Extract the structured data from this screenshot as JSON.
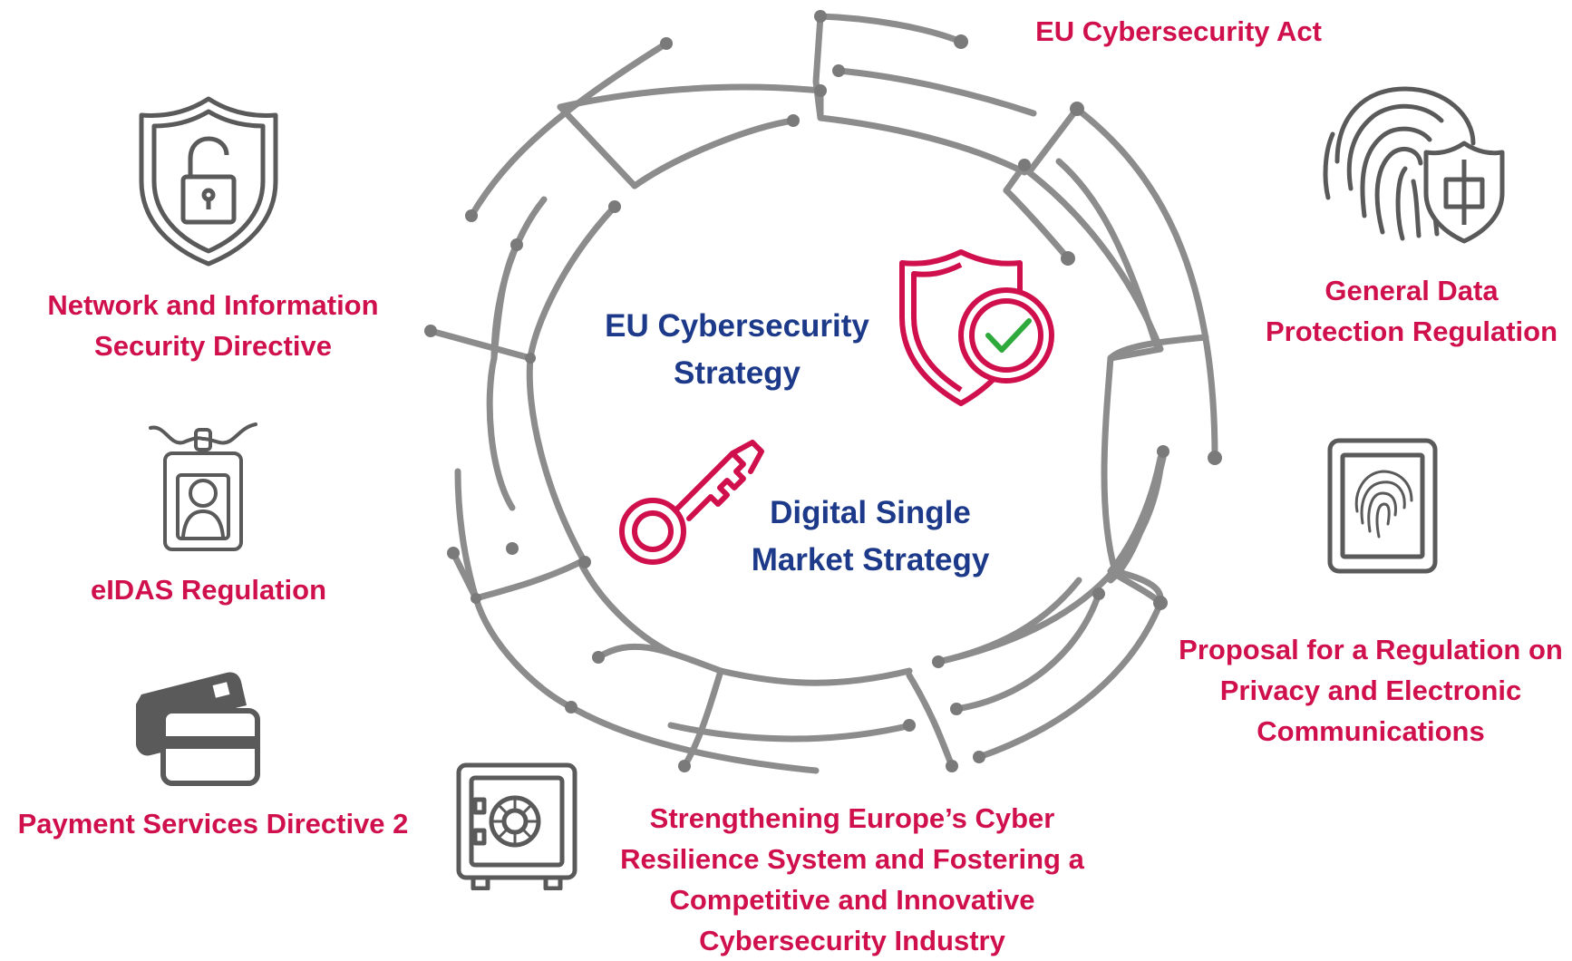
{
  "center": {
    "strategy_line1": "EU Cybersecurity",
    "strategy_line2": "Strategy",
    "market_line1": "Digital Single",
    "market_line2": "Market Strategy"
  },
  "labels": {
    "cyber_act": "EU Cybersecurity Act",
    "gdpr_line1": "General Data",
    "gdpr_line2": "Protection Regulation",
    "nis_line1": "Network and Information",
    "nis_line2": "Security Directive",
    "eidas": "eIDAS Regulation",
    "psd2": "Payment Services Directive 2",
    "eprivacy_line1": "Proposal for a Regulation on",
    "eprivacy_line2": "Privacy and Electronic",
    "eprivacy_line3": "Communications",
    "resilience_line1": "Strengthening Europe’s Cyber",
    "resilience_line2": "Resilience System and Fostering a",
    "resilience_line3": "Competitive and Innovative",
    "resilience_line4": "Cybersecurity Industry"
  },
  "icons": [
    "shield-lock-icon",
    "fingerprint-shield-icon",
    "id-badge-icon",
    "fingerprint-tablet-icon",
    "credit-card-icon",
    "safe-icon",
    "shield-check-icon",
    "key-icon"
  ],
  "colors": {
    "label_red": "#d0104c",
    "center_blue": "#1d3a8a",
    "circuit_gray": "#8a8a8a",
    "icon_gray": "#5a5a5a",
    "check_green": "#2eaa3c"
  }
}
